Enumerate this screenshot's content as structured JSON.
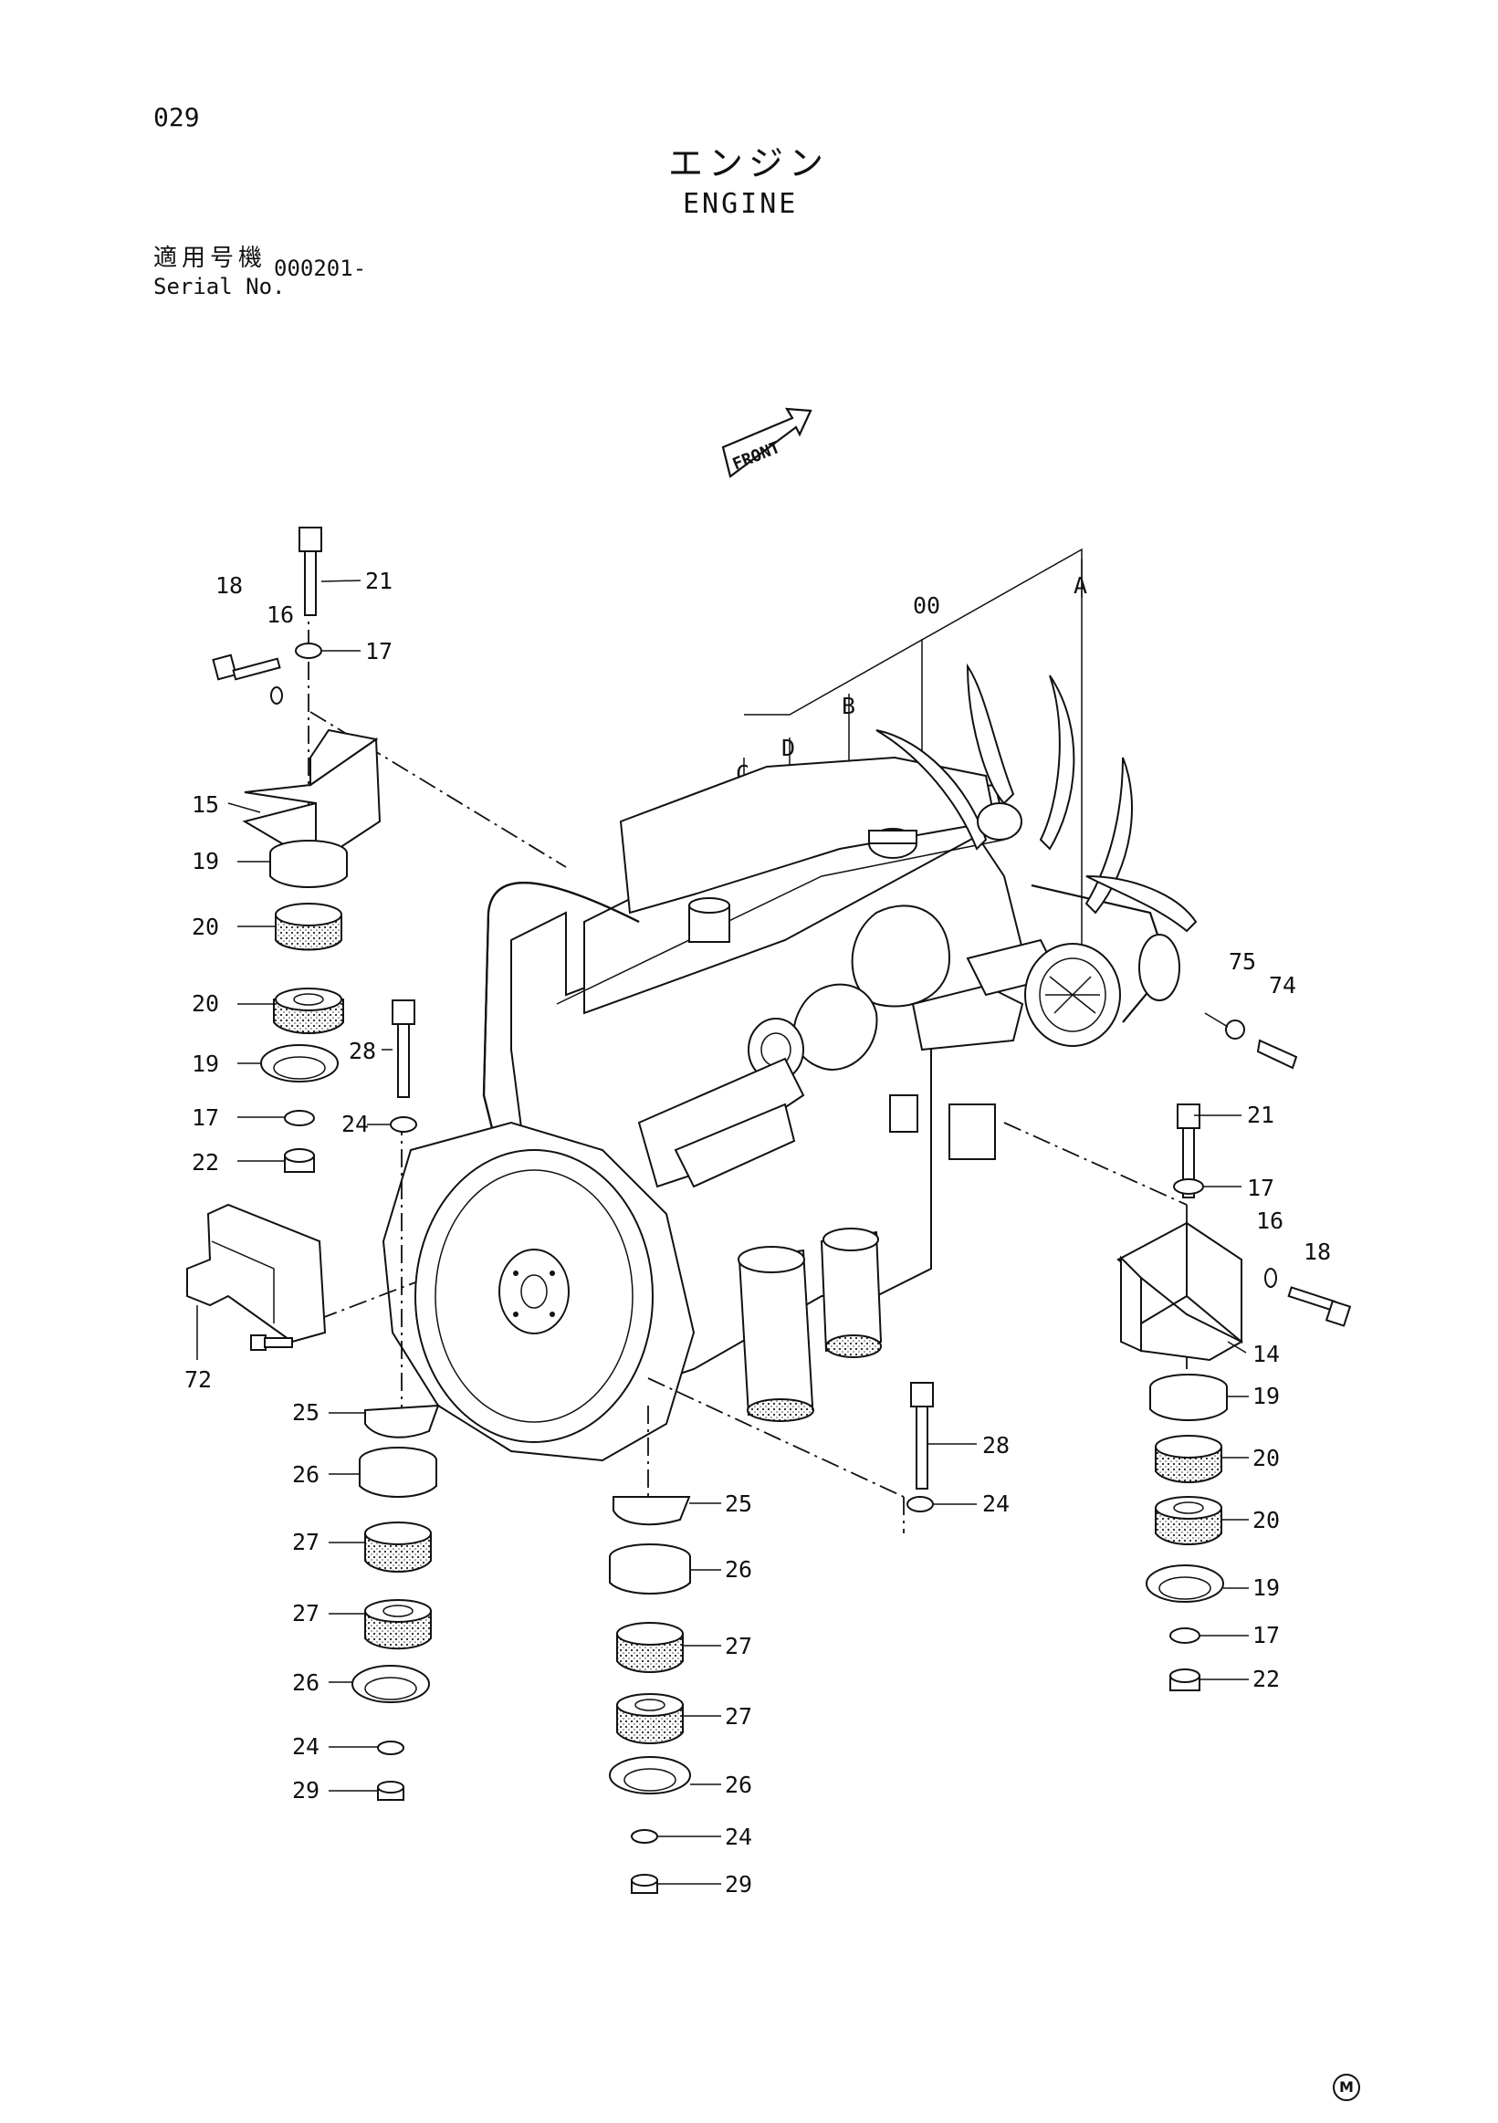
{
  "header": {
    "page_number": "029",
    "title_jp": "エンジン",
    "title_en": "ENGINE",
    "serial_label_jp": "適用号機",
    "serial_label_en": "Serial No.",
    "serial_value": "000201-"
  },
  "front_arrow_label": "FRONT",
  "group_labels": [
    "00",
    "A",
    "B",
    "C",
    "D"
  ],
  "callouts": {
    "left_mount": [
      "21",
      "18",
      "16",
      "17",
      "15",
      "19",
      "20",
      "20",
      "19",
      "17",
      "22"
    ],
    "center": [
      "28",
      "24",
      "72"
    ],
    "right_top": [
      "75",
      "74"
    ],
    "right_mount": [
      "21",
      "17",
      "16",
      "18",
      "14",
      "19",
      "20",
      "20",
      "19",
      "17",
      "22"
    ],
    "bottom_left": [
      "25",
      "26",
      "27",
      "27",
      "26",
      "24",
      "29"
    ],
    "bottom_center": [
      "25",
      "26",
      "27",
      "27",
      "26",
      "24",
      "29"
    ],
    "bottom_right": [
      "28",
      "24"
    ]
  },
  "footer_mark": "M"
}
